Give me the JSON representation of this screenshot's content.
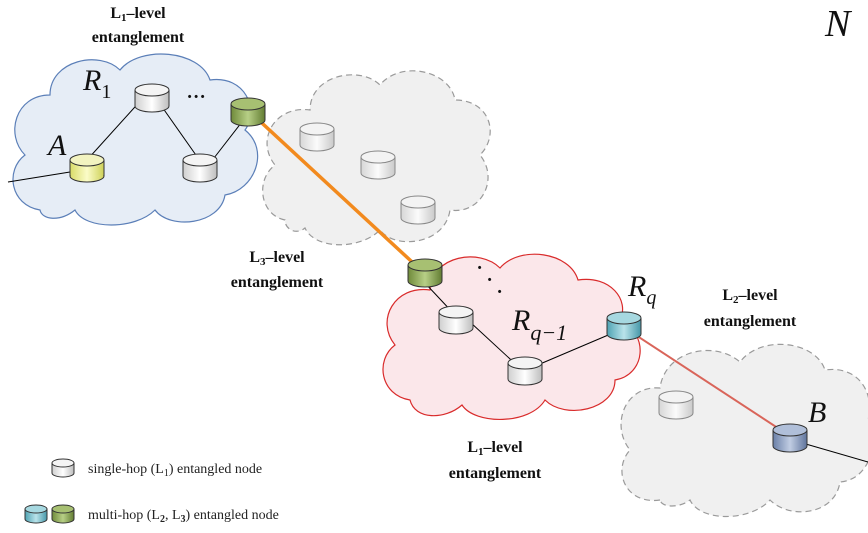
{
  "colors": {
    "cloud_left_fill": "#e6edf6",
    "cloud_left_stroke": "#5b7fb8",
    "cloud_gray_fill": "#f0f0f0",
    "cloud_gray_stroke": "#9a9a9a",
    "cloud_red_fill": "#fbe7ea",
    "cloud_red_stroke": "#d92b2b",
    "l3_link": "#f28a1e",
    "l2_link": "#d9655a",
    "node_white": "#eeeeee",
    "node_yellow": "#eef0a0",
    "node_green": "#8faa57",
    "node_cyan": "#7fc3cf",
    "node_blue": "#8aa0c4"
  },
  "labels": {
    "top_left": {
      "level": "L",
      "sub": "1",
      "suffix": "–level",
      "line2": "entanglement"
    },
    "middle_left": {
      "level": "L",
      "sub": "3",
      "suffix": "–level",
      "line2": "entanglement"
    },
    "right": {
      "level": "L",
      "sub": "2",
      "suffix": "–level",
      "line2": "entanglement"
    },
    "bottom_center": {
      "level": "L",
      "sub": "1",
      "suffix": "–level",
      "line2": "entanglement"
    }
  },
  "math": {
    "N": "N",
    "A": "A",
    "B": "B",
    "R1_base": "R",
    "R1_sub": "1",
    "Rq_base": "R",
    "Rq_sub": "q",
    "Rq1_base": "R",
    "Rq1_sub": "q−1",
    "hdots": "···",
    "vdots": "·"
  },
  "legend": {
    "single_hop": {
      "prefix": "single-hop (L",
      "sub": "1",
      "suffix": ") entangled node"
    },
    "multi_hop": {
      "prefix": "multi-hop (L",
      "sub2": "2",
      "mid": ", L",
      "sub3": "3",
      "suffix": ") entangled node"
    }
  }
}
